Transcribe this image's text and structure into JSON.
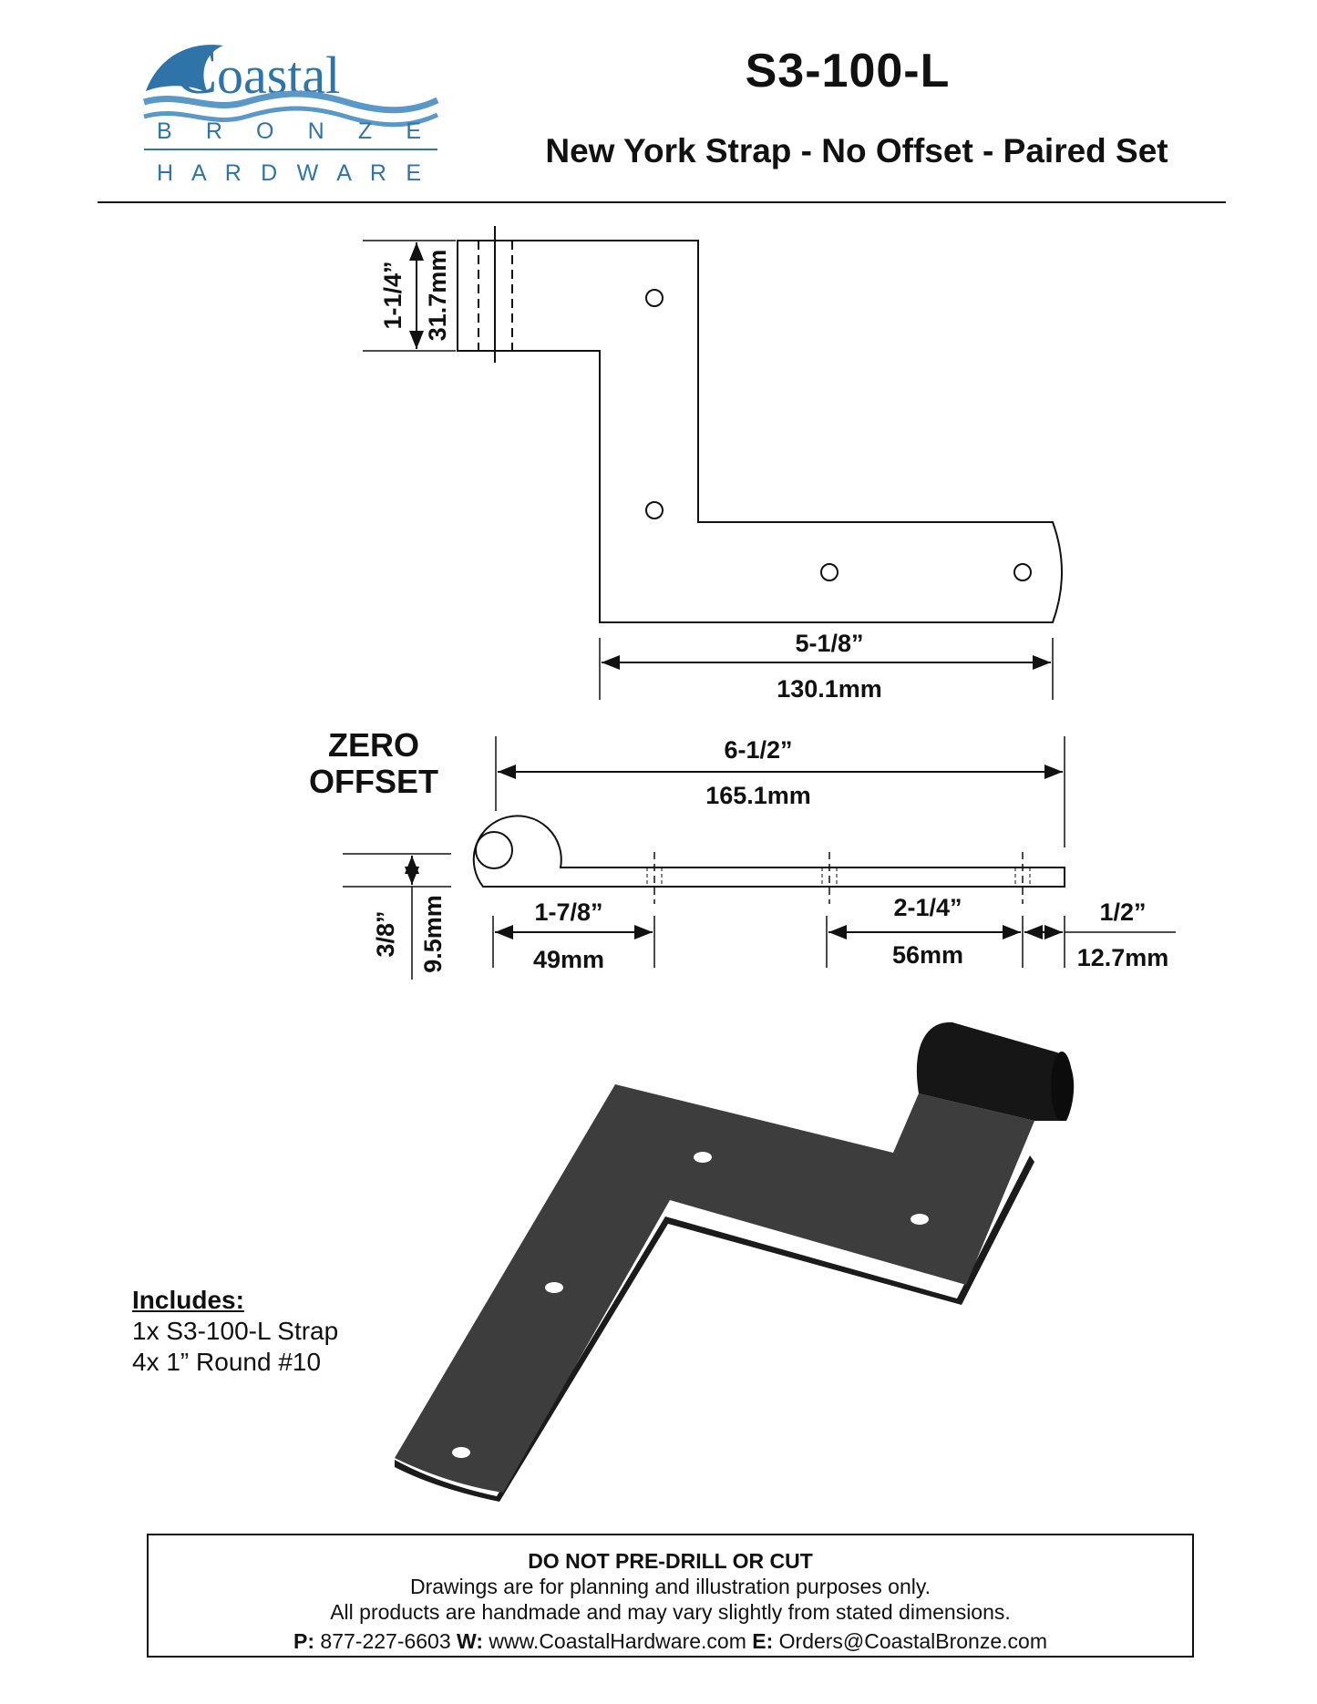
{
  "brand": {
    "word": "oastal",
    "initial": "C",
    "line2": "B R O N Z E",
    "line3": "H A R D W A R E",
    "colors": {
      "blue": "#2e74a8",
      "light_blue": "#5a98c8"
    }
  },
  "header": {
    "part_number": "S3-100-L",
    "title": "New York Strap - No Offset - Paired Set"
  },
  "top_view": {
    "barrel_height_in": "1-1/4”",
    "barrel_height_mm": "31.7mm",
    "leg_length_in": "5-1/8”",
    "leg_length_mm": "130.1mm"
  },
  "side_view": {
    "heading_line1": "ZERO",
    "heading_line2": "OFFSET",
    "overall_in": "6-1/2”",
    "overall_mm": "165.1mm",
    "thickness_in": "3/8”",
    "thickness_mm": "9.5mm",
    "first_hole_in": "1-7/8”",
    "first_hole_mm": "49mm",
    "hole_spacing_in": "2-1/4”",
    "hole_spacing_mm": "56mm",
    "end_in": "1/2”",
    "end_mm": "12.7mm"
  },
  "includes": {
    "title": "Includes:",
    "items": [
      "1x  S3-100-L  Strap",
      "4x  1” Round #10"
    ]
  },
  "footer": {
    "warning": "DO NOT PRE-DRILL OR CUT",
    "note1": "Drawings are for planning and illustration purposes only.",
    "note2": "All products are handmade and may vary slightly from stated dimensions.",
    "phone_label": "P:",
    "phone": "877-227-6603",
    "web_label": "W:",
    "web": "www.CoastalHardware.com",
    "email_label": "E:",
    "email": "Orders@CoastalBronze.com"
  }
}
